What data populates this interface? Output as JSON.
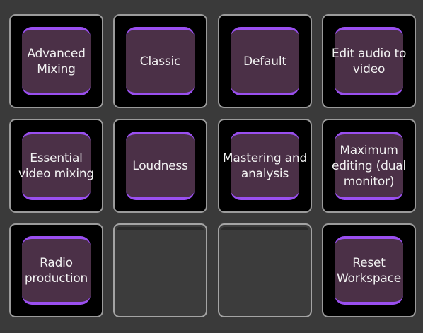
{
  "colors": {
    "background": "#3a3a3a",
    "cell_background": "#000000",
    "cell_border": "#9b9b9b",
    "button_fill": "#4b3047",
    "button_accent": "#9a4ff0",
    "label_text": "#f2f2f2",
    "empty_cell": "#3c3c3c"
  },
  "workspaces": [
    {
      "label": "Advanced Mixing"
    },
    {
      "label": "Classic"
    },
    {
      "label": "Default"
    },
    {
      "label": "Edit audio to video"
    },
    {
      "label": "Essential video mixing"
    },
    {
      "label": "Loudness"
    },
    {
      "label": "Mastering and analysis"
    },
    {
      "label": "Maximum editing (dual monitor)"
    },
    {
      "label": "Radio production"
    },
    {
      "label": "Reset Workspace"
    }
  ]
}
